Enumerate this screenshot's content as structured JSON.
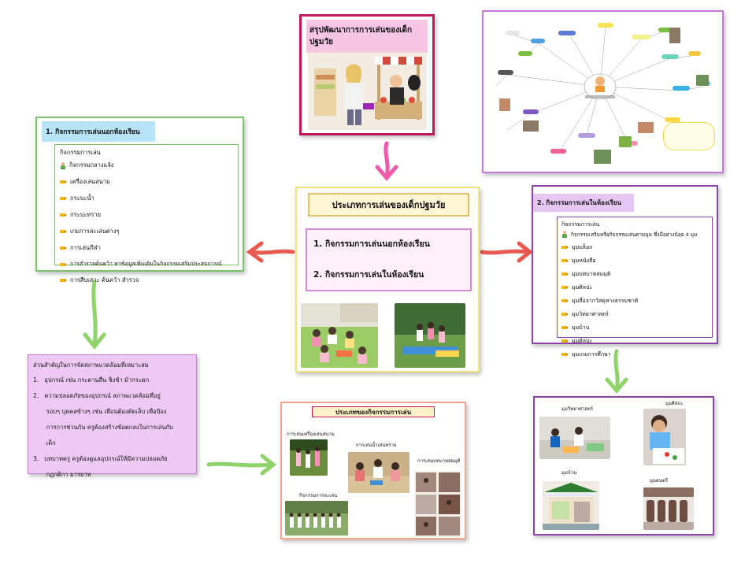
{
  "top_box": {
    "title": "สรุปพัฒนาการการเล่นของเด็กปฐมวัย"
  },
  "center_box": {
    "title": "ประเภทการเล่นของเด็กปฐมวัย",
    "item1": "1.  กิจกรรมการเล่นนอกห้องเรียน",
    "item2": "2.  กิจกรรมการเล่นในห้องเรียน"
  },
  "left_box": {
    "header": "1. กิจกรรมการเล่นนอกห้องเรียน",
    "sub_title": "กิจกรรมการเล่น",
    "items": [
      "กิจกรรมกลางแจ้ง",
      "เครื่องเล่นสนาม",
      "กระบะน้ำ",
      "กระบะทราย",
      "เกมการละเล่นต่างๆ",
      "การเล่นกีฬา",
      "การสำรวจค้นคว้า หาข้อมูลเพิ่มเติมในกิจกรรมเสริมประสบการณ์",
      "การสืบเสาะ ค้นคว้า สำรวจ"
    ]
  },
  "right_box": {
    "header": "2. กิจกรรมการเล่นในห้องเรียน",
    "sub_title": "กิจกรรมการเล่น",
    "items": [
      "กิจกรรมเสริมหรือกิจกรรมเล่นตามมุม ซึ่งมีอย่างน้อย 4 มุม",
      "มุมบล็อก",
      "มุมหนังสือ",
      "มุมบทบาทสมมุติ",
      "มุมศิลปะ",
      "มุมสื่อจากวัสดุทางธรรมชาติ",
      "มุมวิทยาศาสตร์",
      "มุมบ้าน",
      "มุมศิลปะ",
      "มุมเกมการศึกษา"
    ]
  },
  "env_box": {
    "title": "ส่วนสำคัญในการจัดสภาพแวดล้อมที่เหมาะสม",
    "items": [
      "1.   อุปกรณ์ เช่น กระดานลื่น ชิงช้า ม้ากระดก",
      "2.   ความปลอดภัยของอุปกรณ์ สภาพแวดล้อมที่อยู่",
      "       รอบๆ บุคคลข้างๆ เช่น เพื่อนต้องตัดเล็บ เพื่อป้อง",
      "       การการช่วนกัน ครูต้องสร้างข้อตกลงในการเล่นกับ",
      "       เด็ก",
      "3.   บทบาทครู ครูต้องดูแลอุปกรณ์ให้มีความปลอดภัย",
      "       กฎกติกา มารยาท"
    ]
  },
  "types_box": {
    "title": "ประเภทของกิจกรรมการเล่น",
    "labels": {
      "playground": "การเล่นเครื่องเล่นสนาม",
      "water_sand": "การเล่นน้ำเล่นทราย",
      "roleplay": "การเล่นบทบาทสมมุติ",
      "folk_games": "กิจกรรมการละเล่น"
    }
  },
  "corners_box": {
    "labels": {
      "science": "มุมวิทยาศาสตร์",
      "art": "มุมศิลปะ",
      "house": "มุมบ้าน",
      "music": "มุมดนตรี"
    }
  },
  "colors": {
    "pink_border": "#c2185b",
    "purple_border": "#8e44ad",
    "green_border": "#7dc36b",
    "yellow_border": "#f2e27a",
    "arrow_green": "#8fd36a",
    "arrow_pink": "#ee5ba8",
    "arrow_red": "#e85a4f",
    "header_pink": "#f6c6e4",
    "header_blue": "#b8e4f7",
    "header_lavender": "#e6c6f2"
  }
}
